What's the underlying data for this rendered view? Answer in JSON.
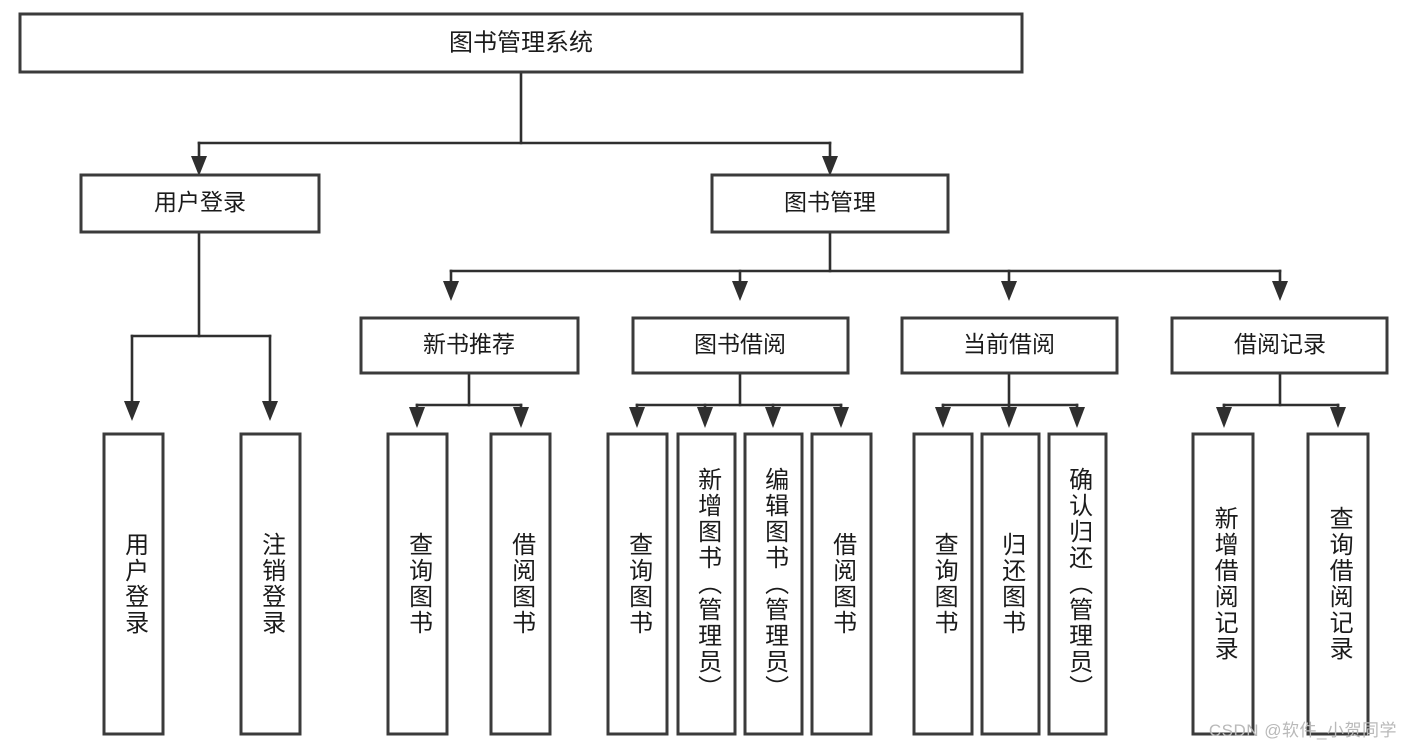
{
  "diagram": {
    "type": "tree-hierarchy",
    "title": "图书管理系统",
    "root": {
      "id": "root",
      "label": "图书管理系统"
    },
    "level2": [
      {
        "id": "user-login",
        "label": "用户登录"
      },
      {
        "id": "book-manage",
        "label": "图书管理"
      }
    ],
    "level3": [
      {
        "id": "new-book-recommend",
        "label": "新书推荐",
        "parent": "book-manage"
      },
      {
        "id": "book-borrow",
        "label": "图书借阅",
        "parent": "book-manage"
      },
      {
        "id": "current-borrow",
        "label": "当前借阅",
        "parent": "book-manage"
      },
      {
        "id": "borrow-record",
        "label": "借阅记录",
        "parent": "book-manage"
      }
    ],
    "leaves": [
      {
        "id": "leaf-user-login",
        "label": "用户登录",
        "parent": "user-login"
      },
      {
        "id": "leaf-user-logout",
        "label": "注销登录",
        "parent": "user-login"
      },
      {
        "id": "leaf-query-book-1",
        "label": "查询图书",
        "parent": "new-book-recommend"
      },
      {
        "id": "leaf-borrow-book-1",
        "label": "借阅图书",
        "parent": "new-book-recommend"
      },
      {
        "id": "leaf-query-book-2",
        "label": "查询图书",
        "parent": "book-borrow"
      },
      {
        "id": "leaf-add-book",
        "label": "新增图书（管理员）",
        "parent": "book-borrow"
      },
      {
        "id": "leaf-edit-book",
        "label": "编辑图书（管理员）",
        "parent": "book-borrow"
      },
      {
        "id": "leaf-borrow-book-2",
        "label": "借阅图书",
        "parent": "book-borrow"
      },
      {
        "id": "leaf-query-book-3",
        "label": "查询图书",
        "parent": "current-borrow"
      },
      {
        "id": "leaf-return-book",
        "label": "归还图书",
        "parent": "current-borrow"
      },
      {
        "id": "leaf-confirm-return",
        "label": "确认归还（管理员）",
        "parent": "current-borrow"
      },
      {
        "id": "leaf-add-record",
        "label": "新增借阅记录",
        "parent": "borrow-record"
      },
      {
        "id": "leaf-query-record",
        "label": "查询借阅记录",
        "parent": "borrow-record"
      }
    ],
    "colors": {
      "box_stroke": "#3b3b3b",
      "connector": "#2f2f2f",
      "text": "#1b1b1b",
      "background": "#ffffff",
      "watermark": "#b9b9b9"
    }
  },
  "watermark": {
    "text": "CSDN @软件_小贺同学"
  }
}
